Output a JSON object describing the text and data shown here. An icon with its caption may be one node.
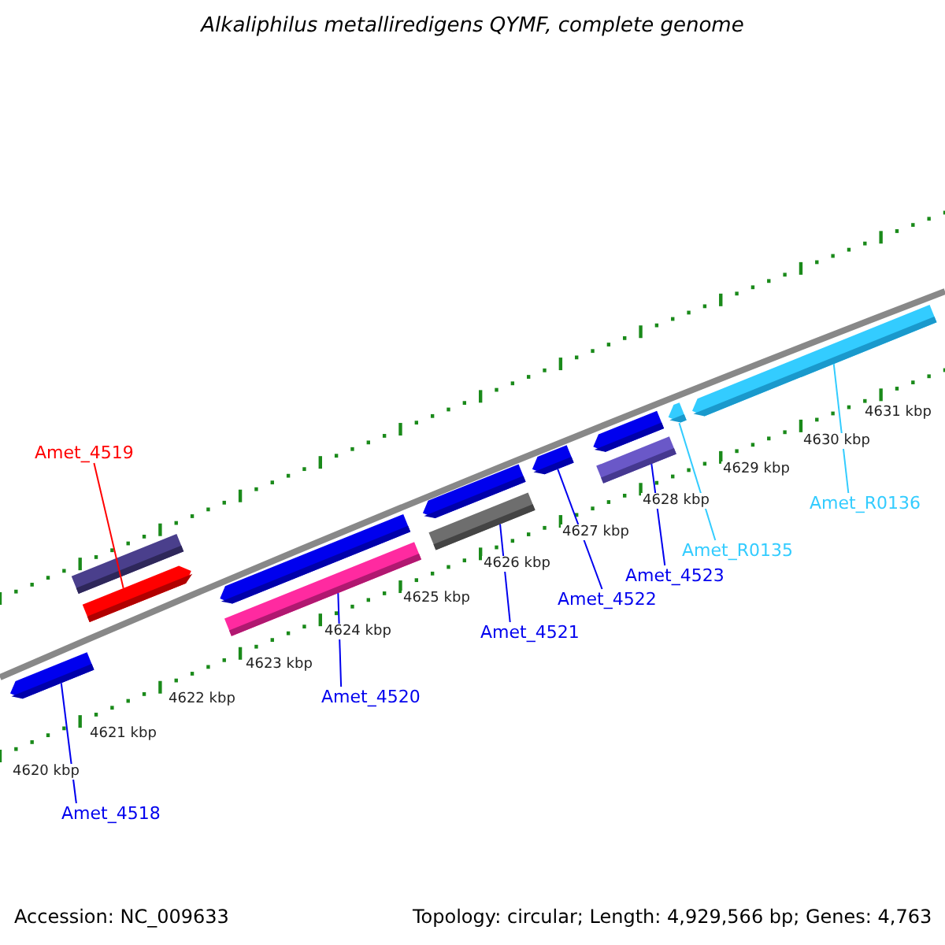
{
  "diagram": {
    "title": "Alkaliphilus metalliredigens QYMF, complete genome",
    "nodes": [
      {
        "text": [],
        "shape": "bar"
      },
      {
        "text": [],
        "shape": "bar"
      },
      {
        "text": [],
        "shape": "bar"
      },
      {
        "text": [],
        "shape": "bar"
      },
      {
        "text": [],
        "shape": "bar"
      },
      {
        "text": [],
        "shape": "bar"
      },
      {
        "text": [],
        "shape": "bar"
      },
      {
        "text": [],
        "shape": "bar"
      },
      {
        "text": [],
        "shape": "bar"
      },
      {
        "text": [],
        "shape": "bar"
      },
      {
        "text": [],
        "shape": "bar"
      },
      {
        "text": [],
        "shape": "bar"
      },
      {
        "text": [
          "Amet_4518"
        ]
      },
      {
        "text": [
          "Amet_4519"
        ]
      },
      {
        "text": [
          "Amet_4520"
        ]
      },
      {
        "text": [
          "Amet_4521"
        ]
      },
      {
        "text": [
          "Amet_4522"
        ]
      },
      {
        "text": [
          "Amet_4523"
        ]
      },
      {
        "text": [
          "Amet_R0135"
        ]
      },
      {
        "text": [
          "Amet_R0136"
        ]
      }
    ],
    "edges": [
      {
        "from": 12,
        "to": 0,
        "arrow": "none"
      },
      {
        "from": 13,
        "to": 2,
        "arrow": "none",
        "color": "#ff0000"
      },
      {
        "from": 14,
        "to": 4,
        "arrow": "none"
      },
      {
        "from": 15,
        "to": 6,
        "arrow": "none"
      },
      {
        "from": 16,
        "to": 7,
        "arrow": "none"
      },
      {
        "from": 17,
        "to": 9,
        "arrow": "none"
      },
      {
        "from": 18,
        "to": 10,
        "arrow": "none",
        "color": "#33ccff"
      },
      {
        "from": 19,
        "to": 11,
        "arrow": "none",
        "color": "#33ccff"
      }
    ],
    "labels": [
      "4620 kbp",
      "4621 kbp",
      "4622 kbp",
      "4623 kbp",
      "4624 kbp",
      "4625 kbp",
      "4626 kbp",
      "4627 kbp",
      "4628 kbp",
      "4629 kbp",
      "4630 kbp",
      "4631 kbp",
      "Accession: NC_009633",
      "Topology: circular; Length: 4,929,566 bp; Genes: 4,763"
    ]
  }
}
